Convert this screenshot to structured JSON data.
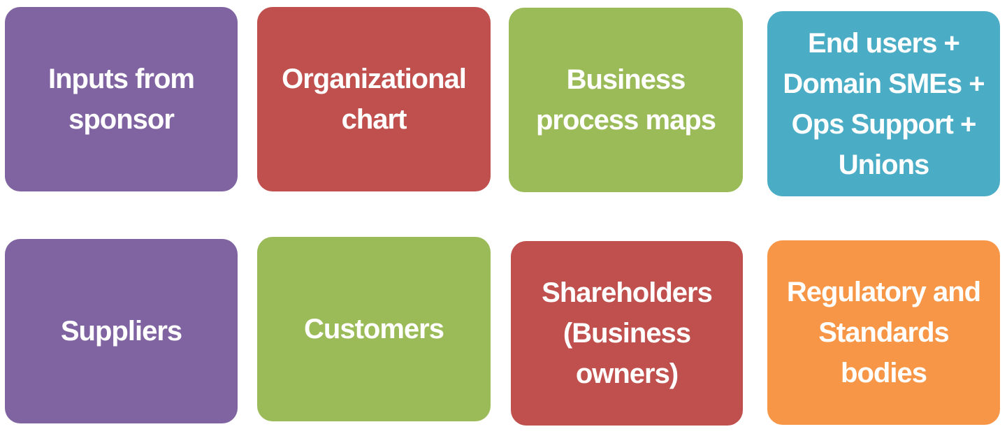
{
  "colors": {
    "purple": "#8064A2",
    "red": "#C0504D",
    "green": "#9BBB59",
    "blue": "#4BACC6",
    "orange": "#F79646",
    "text": "#FFFFFF"
  },
  "boxes": [
    {
      "label": "Inputs from\nsponsor",
      "color": "#8064A2"
    },
    {
      "label": "Organizational\nchart",
      "color": "#C0504D"
    },
    {
      "label": "Business\nprocess maps",
      "color": "#9BBB59"
    },
    {
      "label": "End users +\nDomain SMEs +\nOps Support +\nUnions",
      "color": "#4BACC6"
    },
    {
      "label": "Suppliers",
      "color": "#8064A2"
    },
    {
      "label": "Customers",
      "color": "#9BBB59"
    },
    {
      "label": "Shareholders\n(Business\nowners)",
      "color": "#C0504D"
    },
    {
      "label": "Regulatory and\nStandards\nbodies",
      "color": "#F79646"
    }
  ]
}
